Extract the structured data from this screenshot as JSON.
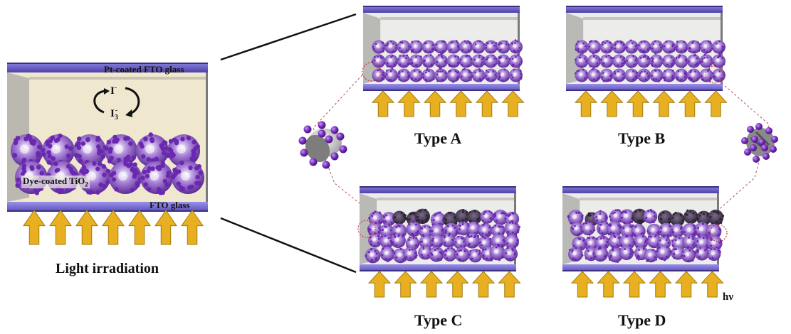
{
  "figure": {
    "main_cell": {
      "top_electrode_label": "Pt-coated FTO glass",
      "bottom_electrode_label": "FTO glass",
      "photoanode_label": "Dye-coated TiO",
      "photoanode_subscript": "2",
      "redox": {
        "ion": "I",
        "ion_sup": "-",
        "tri": "I",
        "tri_sub": "3",
        "tri_sup": "-"
      },
      "arrow_count": 7,
      "caption": "Light irradiation"
    },
    "variants": [
      {
        "id": "A",
        "label": "Type A",
        "arrow_count": 6,
        "particle": "cylinder",
        "packing": "ordered"
      },
      {
        "id": "B",
        "label": "Type B",
        "arrow_count": 6,
        "particle": "sphere",
        "packing": "ordered"
      },
      {
        "id": "C",
        "label": "Type C",
        "arrow_count": 6,
        "particle": "cylinder",
        "packing": "random"
      },
      {
        "id": "D",
        "label": "Type D",
        "arrow_count": 6,
        "particle": "sphere",
        "packing": "random"
      }
    ],
    "light_symbol": "hν",
    "colors": {
      "electrode": "#6b5fd0",
      "electrode_dark": "#4a3f9a",
      "electrolyte": "#efe8cf",
      "cell_interior": "#ececea",
      "dye": "#7a2fc4",
      "arrow_fill": "#e8b020",
      "arrow_stroke": "#a07a10",
      "inset_ring": "#c0394a"
    }
  }
}
